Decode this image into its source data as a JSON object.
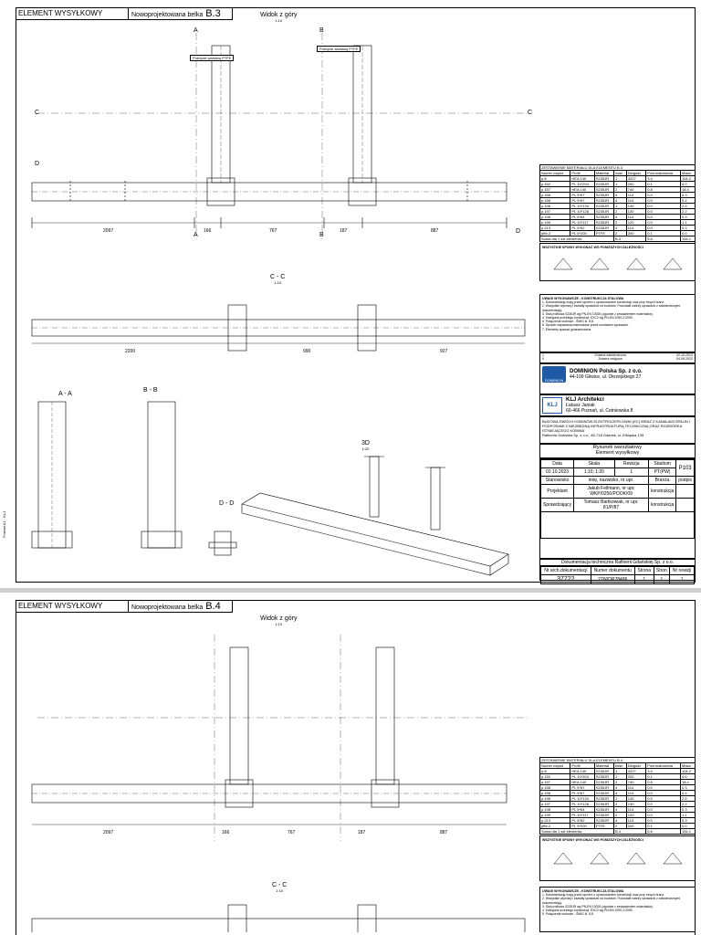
{
  "sheet1": {
    "kind": "ELEMENT WYSYŁKOWY",
    "subtitle": "Nowoprojektowana belka",
    "beam_id": "B.3",
    "view_top": {
      "title": "Widok z góry",
      "scale": "1:10"
    },
    "view_cc": {
      "title": "C - C",
      "scale": "1:10"
    },
    "view_aa": {
      "title": "A - A"
    },
    "view_bb": {
      "title": "B - B"
    },
    "view_dd": {
      "title": "D - D"
    },
    "view_3d": {
      "title": "3D",
      "scale": "1:20"
    },
    "section_marks": [
      "A",
      "B",
      "C",
      "D"
    ],
    "dims_bottom": [
      "2097",
      "166",
      "767",
      "187",
      "887"
    ],
    "dims_cc": [
      "2200",
      "990",
      "927"
    ],
    "paint_note": "Pokrycie warstwą PTFE",
    "side_note": "Format A1 · KLJ",
    "parts_table": {
      "header": [
        "Numer części",
        "Profil",
        "Materiał",
        "Ilość",
        "Długość",
        "Pow.malowania",
        "Masa"
      ],
      "title": "ZESTAWIENIE MATERIAŁU DLA ELEMENTU B.3",
      "rows": [
        [
          "p.8",
          "HEA 140",
          "S235JR",
          "1",
          "4227",
          "3.4",
          "104.2"
        ],
        [
          "p.152",
          "PL 10*204",
          "S235JR",
          "1",
          "200",
          "0.1",
          "4.0"
        ],
        [
          "p.157",
          "HEA 140",
          "S235JR",
          "2",
          "740",
          "0.8",
          "18.4"
        ],
        [
          "p.158",
          "PL 5*67",
          "S235JR",
          "4",
          "114",
          "0.0",
          "0.3"
        ],
        [
          "p.158",
          "PL 5*67",
          "S235JR",
          "4",
          "114",
          "0.0",
          "0.4"
        ],
        [
          "p.196",
          "PL 10*134",
          "S235JR",
          "1",
          "140",
          "0.0",
          "2.5"
        ],
        [
          "p.197",
          "PL 10*128",
          "S235JR",
          "2",
          "130",
          "0.0",
          "2.2"
        ],
        [
          "p.198",
          "PL 5*64",
          "S235JR",
          "4",
          "114",
          "0.0",
          "0.3"
        ],
        [
          "p.199",
          "PL 10*117",
          "S235JR",
          "2",
          "120",
          "0.0",
          "1.1"
        ],
        [
          "p.213",
          "PL 5*62",
          "S235JR",
          "4",
          "114",
          "0.0",
          "0.3"
        ],
        [
          "pfte-2",
          "PL 5*200",
          "PTFE",
          "2",
          "200",
          "0.1",
          "0.0"
        ]
      ],
      "sum_label": "Suma dla 1 szt elementu:",
      "sum_element": "B.3",
      "sum_area": "5.6",
      "sum_mass": "154.1"
    },
    "weld_title": "WSZYSTKIE SPOINY WYKONAĆ WG PONIŻSZYCH ZALEŻNOŚCI",
    "notes_title": "UWAGI WYKONAWCZE - KONSTRUKCJA STALOWA",
    "notes": [
      "1. Dokumentację mają przed sporem z opracowaniem konstrukcji oraz przy innych branż.",
      "2. Wszystkie wymiary i kształty sprawdzić na budowie. Pozostałe należy sprawdzić z zatwierdzonymi dokumentacją.",
      "3. Stal profilowa S235JR wg PN-EN 10025 (zgodnie z zestawieniem materiałów).",
      "4. Kategoria przebiegu konstrukcji: EXC2 wg PN-EN 1090-2:2009.",
      "5. Połączenia śrubowe - ŚMIG kl. 8.8.",
      "6. Sposób napawania materiałowe przed montażem sprawdzić.",
      "7. Elementy spawać gwarantowane."
    ],
    "rev_rows": [
      [
        "1",
        "Zmiana zatwierdzona",
        "02.10.2023"
      ],
      [
        "0",
        "Zmiana wstępna",
        "04.09.2023"
      ]
    ],
    "company1": {
      "name": "DOMINION Polska Sp. z o.o.",
      "address": "44-109 Gliwice, ul. Okrzejskiego 27",
      "logo": "DOMINION"
    },
    "company2": {
      "name": "KLJ Architekci",
      "person": "Łukasz Janiak",
      "address": "60-466 Poznań, ul. Cetniewska 8",
      "logo": "KLJ"
    },
    "project": "BUDOWA DWÓCH KOMINÓW ELEKTROCIEPŁOWNI (EC) WRAZ Z KANAŁAMI SPALIN I PODPORAMI Z NIEZBĘDNĄ INFRASTRUKTURĄ TECHNICZNĄ ORAZ ROZBIÓRKA ISTNIEJĄCEGO KOMINA",
    "investor": "Rafineria Gdańska Sp. z o.o., 80-718 Gdańsk, ul. Elbląska 135",
    "drawing_title": "Rysunek warsztatowy",
    "drawing_subtitle": "Element wysyłkowy",
    "meta_headers": [
      "Data",
      "Skala",
      "Rewizja",
      "Stadium"
    ],
    "meta_values": [
      "02.10.2023",
      "1:10; 1:20",
      "1",
      "PT(PW)"
    ],
    "sheet_no": "P103",
    "roles": [
      {
        "role": "Stanowisko",
        "name": "imię, nazwisko, nr upr.",
        "sign": "Branża",
        "extra": "podpis"
      },
      {
        "role": "Projektant",
        "name": "Jakub Fellmann, nr upr. WKP/0256/POOK/09",
        "sign": "konstrukcja",
        "extra": ""
      },
      {
        "role": "Sprawdzający",
        "name": "Tomasz Bartkowiak, nr upr. 81/P/87",
        "sign": "konstrukcja",
        "extra": ""
      }
    ],
    "doc_owner": "Dokumentacja techniczna Rafinerii Gdańskiej Sp. z o.o.",
    "footer_headers": [
      "Nr arch.dokumentacji",
      "Numer dokumentu",
      "Strona",
      "Stron",
      "Nr rewizji"
    ],
    "footer_values": [
      "37722",
      "2760DR78486",
      "1",
      "1",
      "1"
    ]
  },
  "sheet2": {
    "kind": "ELEMENT WYSYŁKOWY",
    "subtitle": "Nowoprojektowana belka",
    "beam_id": "B.4",
    "view_top": {
      "title": "Widok z góry",
      "scale": "1:10"
    },
    "view_cc": {
      "title": "C - C",
      "scale": "1:10"
    },
    "dims_bottom": [
      "2097",
      "166",
      "767",
      "187",
      "887"
    ],
    "parts_table_title": "ZESTAWIENIE MATERIAŁU DLA ELEMENTU B.4",
    "sum_element": "B.4",
    "sum_area": "5.6",
    "sum_mass": "154.1",
    "weld_title": "WSZYSTKIE SPOINY WYKONAĆ WG PONIŻSZYCH ZALEŻNOŚCI",
    "notes_title": "UWAGI WYKONAWCZE - KONSTRUKCJA STALOWA"
  }
}
